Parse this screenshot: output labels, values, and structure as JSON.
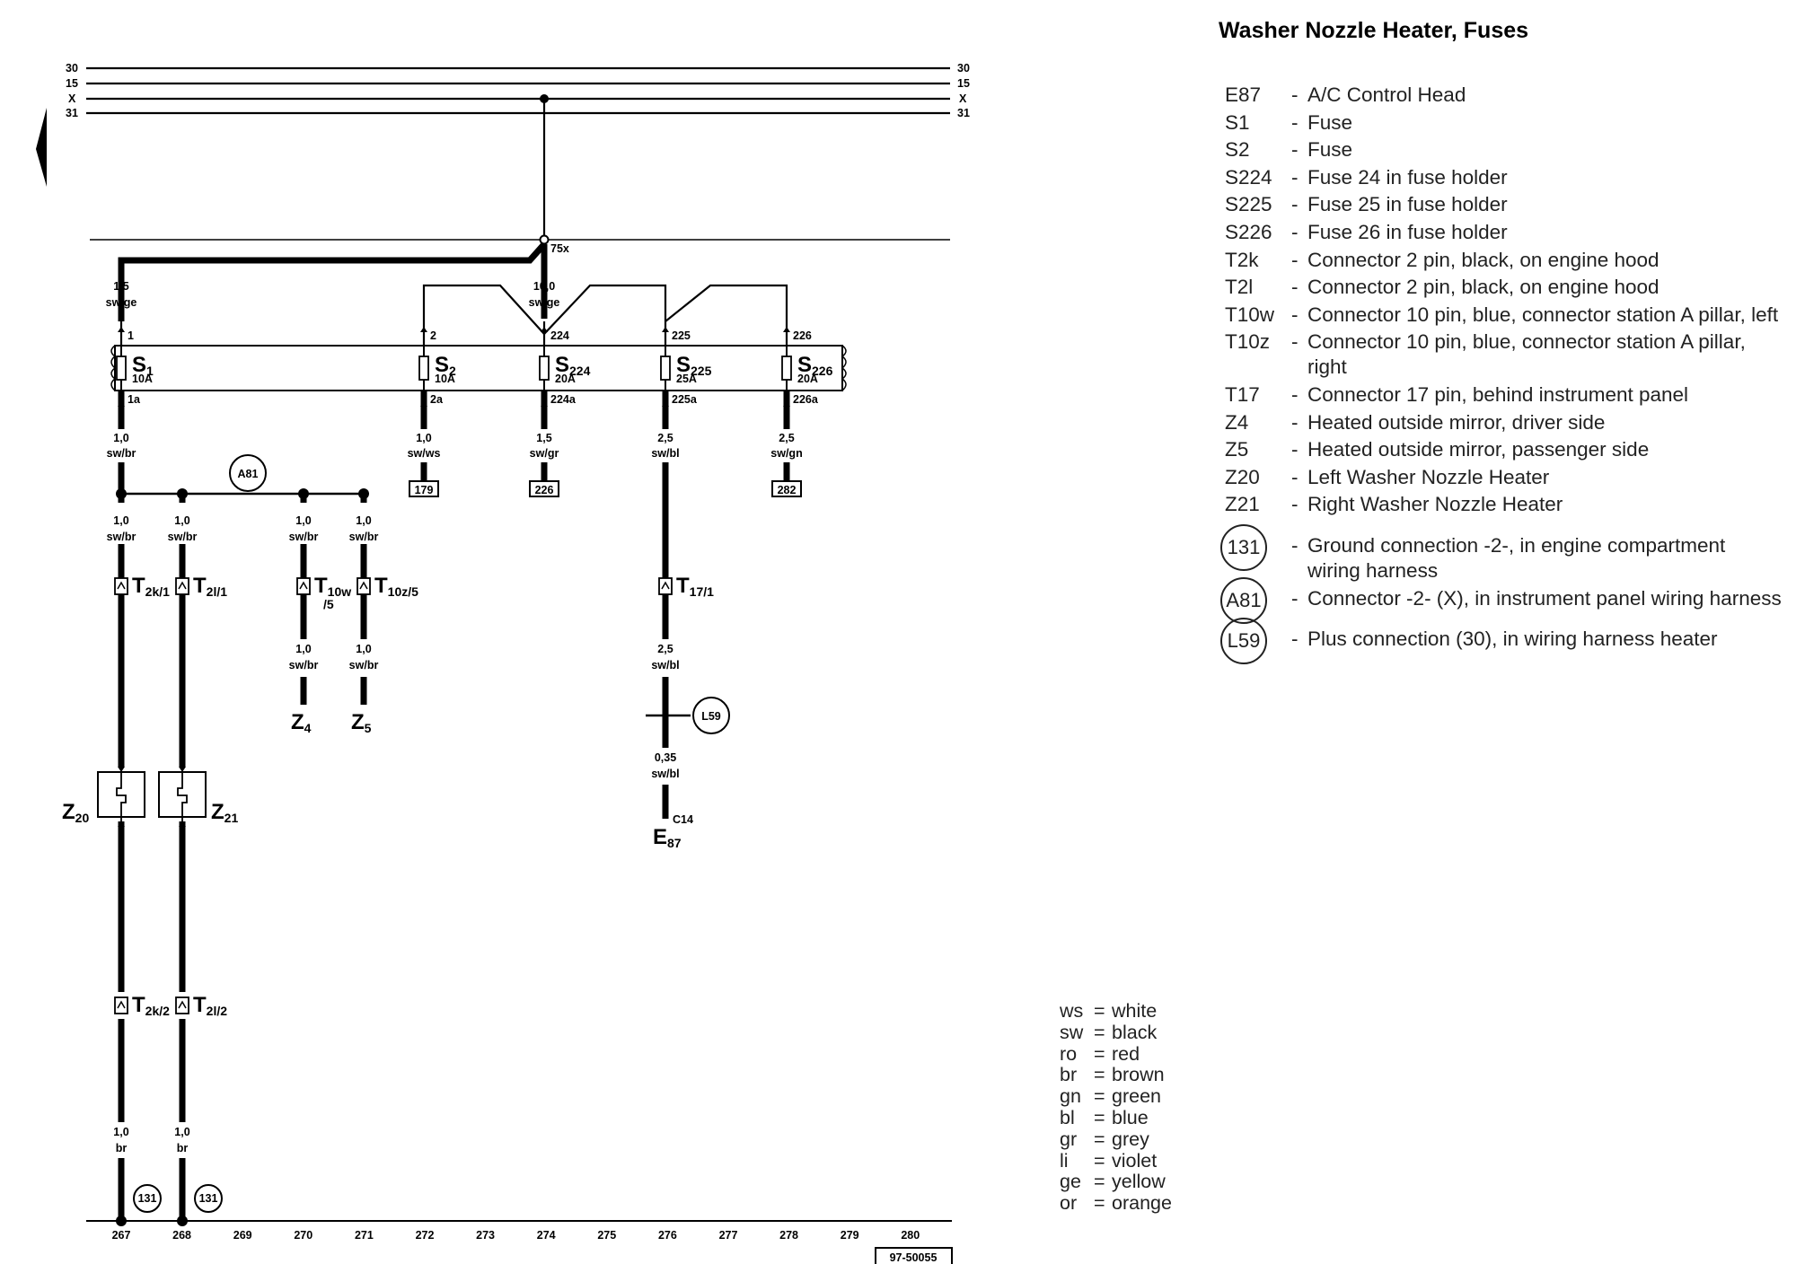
{
  "title": "Washer Nozzle Heater, Fuses",
  "bus": {
    "left_labels": [
      "30",
      "15",
      "X",
      "31"
    ],
    "right_labels": [
      "30",
      "15",
      "X",
      "31"
    ],
    "junction_label": "75x"
  },
  "fuses": [
    {
      "name": "S",
      "sub": "1",
      "rating": "10A",
      "in_pin": "1",
      "out_pin": "1a",
      "in_wire_size": "1,5",
      "in_wire_color": "sw/ge",
      "out_wire_size": "1,0",
      "out_wire_color": "sw/br",
      "ref": ""
    },
    {
      "name": "S",
      "sub": "2",
      "rating": "10A",
      "in_pin": "2",
      "out_pin": "2a",
      "in_wire_size": "",
      "in_wire_color": "",
      "out_wire_size": "1,0",
      "out_wire_color": "sw/ws",
      "ref": "179"
    },
    {
      "name": "S",
      "sub": "224",
      "rating": "20A",
      "in_pin": "224",
      "out_pin": "224a",
      "in_wire_size": "10,0",
      "in_wire_color": "sw/ge",
      "out_wire_size": "1,5",
      "out_wire_color": "sw/gr",
      "ref": "226"
    },
    {
      "name": "S",
      "sub": "225",
      "rating": "25A",
      "in_pin": "225",
      "out_pin": "225a",
      "in_wire_size": "",
      "in_wire_color": "",
      "out_wire_size": "2,5",
      "out_wire_color": "sw/bl",
      "ref": ""
    },
    {
      "name": "S",
      "sub": "226",
      "rating": "20A",
      "in_pin": "226",
      "out_pin": "226a",
      "in_wire_size": "",
      "in_wire_color": "",
      "out_wire_size": "2,5",
      "out_wire_color": "sw/gn",
      "ref": "282"
    }
  ],
  "splice_label": "A81",
  "branches": [
    {
      "top_size": "1,0",
      "top_color": "sw/br",
      "conn": "T",
      "conn_sub": "2k/1"
    },
    {
      "top_size": "1,0",
      "top_color": "sw/br",
      "conn": "T",
      "conn_sub": "2l/1"
    },
    {
      "top_size": "1,0",
      "top_color": "sw/br",
      "conn": "T",
      "conn_sub": "10w",
      "conn_sub2": "/5",
      "bottom_size": "1,0",
      "bottom_color": "sw/br",
      "comp": "Z",
      "comp_sub": "4"
    },
    {
      "top_size": "1,0",
      "top_color": "sw/br",
      "conn": "T",
      "conn_sub": "10z/5",
      "bottom_size": "1,0",
      "bottom_color": "sw/br",
      "comp": "Z",
      "comp_sub": "5"
    }
  ],
  "heaters": [
    {
      "comp": "Z",
      "comp_sub": "20",
      "conn": "T",
      "conn_sub": "2k/2",
      "bottom_size": "1,0",
      "bottom_color": "br",
      "ground": "131"
    },
    {
      "comp": "Z",
      "comp_sub": "21",
      "conn": "T",
      "conn_sub": "2l/2",
      "bottom_size": "1,0",
      "bottom_color": "br",
      "ground": "131"
    }
  ],
  "ac_path": {
    "conn": "T",
    "conn_sub": "17/1",
    "mid_size": "2,5",
    "mid_color": "sw/bl",
    "plus_label": "L59",
    "low_size": "0,35",
    "low_color": "sw/bl",
    "pin": "C14",
    "comp": "E",
    "comp_sub": "87"
  },
  "tracks": [
    "267",
    "268",
    "269",
    "270",
    "271",
    "272",
    "273",
    "274",
    "275",
    "276",
    "277",
    "278",
    "279",
    "280"
  ],
  "diagram_id": "97-50055",
  "legend": [
    {
      "code": "E87",
      "desc": "A/C Control Head"
    },
    {
      "code": "S1",
      "desc": "Fuse"
    },
    {
      "code": "S2",
      "desc": "Fuse"
    },
    {
      "code": "S224",
      "desc": "Fuse 24 in fuse holder"
    },
    {
      "code": "S225",
      "desc": "Fuse 25 in fuse holder"
    },
    {
      "code": "S226",
      "desc": "Fuse 26 in fuse holder"
    },
    {
      "code": "T2k",
      "desc": "Connector 2 pin, black, on engine hood"
    },
    {
      "code": "T2l",
      "desc": "Connector 2 pin, black, on engine hood"
    },
    {
      "code": "T10w",
      "desc": "Connector 10 pin, blue, connector station A pillar, left"
    },
    {
      "code": "T10z",
      "desc": "Connector 10 pin, blue, connector station A pillar, right"
    },
    {
      "code": "T17",
      "desc": "Connector 17 pin, behind instrument panel"
    },
    {
      "code": "Z4",
      "desc": "Heated outside mirror, driver side"
    },
    {
      "code": "Z5",
      "desc": "Heated outside mirror, passenger side"
    },
    {
      "code": "Z20",
      "desc": "Left Washer Nozzle Heater"
    },
    {
      "code": "Z21",
      "desc": "Right Washer Nozzle Heater"
    }
  ],
  "legend_circles": [
    {
      "code": "131",
      "desc": "Ground connection -2-, in engine compartment wiring harness"
    },
    {
      "code": "A81",
      "desc": "Connector -2- (X), in instrument panel wiring harness"
    },
    {
      "code": "L59",
      "desc": "Plus connection (30), in wiring harness heater"
    }
  ],
  "color_codes": [
    {
      "abbr": "ws",
      "name": "white"
    },
    {
      "abbr": "sw",
      "name": "black"
    },
    {
      "abbr": "ro",
      "name": "red"
    },
    {
      "abbr": "br",
      "name": "brown"
    },
    {
      "abbr": "gn",
      "name": "green"
    },
    {
      "abbr": "bl",
      "name": "blue"
    },
    {
      "abbr": "gr",
      "name": "grey"
    },
    {
      "abbr": "li",
      "name": "violet"
    },
    {
      "abbr": "ge",
      "name": "yellow"
    },
    {
      "abbr": "or",
      "name": "orange"
    }
  ]
}
